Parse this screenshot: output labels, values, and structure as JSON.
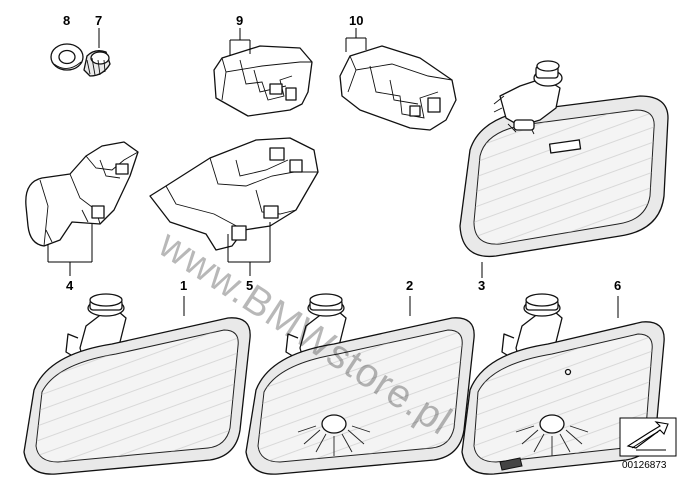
{
  "watermark": "www.BMWstore.pl",
  "document_number": "00126873",
  "labels": {
    "n1": "1",
    "n2": "2",
    "n3": "3",
    "n4": "4",
    "n5": "5",
    "n6": "6",
    "n7": "7",
    "n8": "8",
    "n9": "9",
    "n10": "10"
  },
  "icons": [
    "arrow-corner-icon",
    "washer-icon",
    "nut-icon"
  ],
  "colors": {
    "line": "#111111",
    "background": "#ffffff",
    "watermark": "#b8b8b8"
  }
}
